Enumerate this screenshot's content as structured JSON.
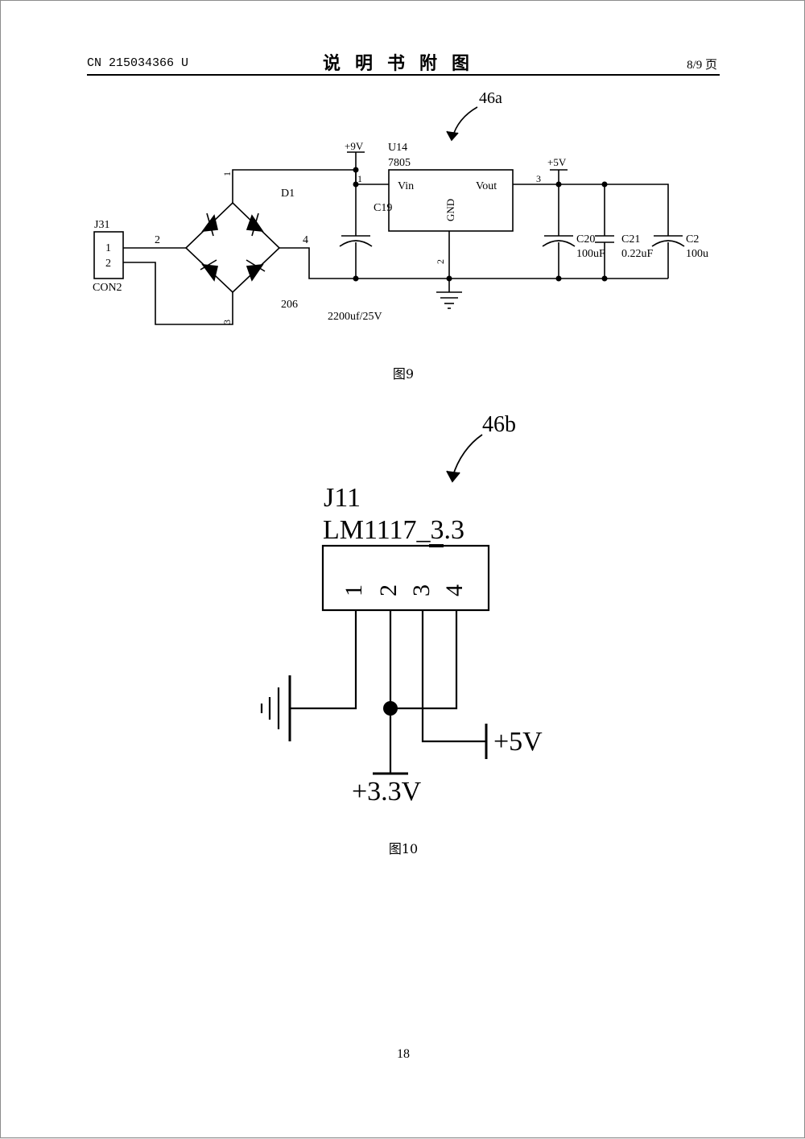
{
  "header": {
    "doc_number": "CN 215034366 U",
    "title": "说明书附图",
    "page_of": "8/9 页"
  },
  "fig9": {
    "ref_label": "46a",
    "caption": "图9",
    "labels": {
      "j31": "J31",
      "con2": "CON2",
      "j31_pin1": "1",
      "j31_pin2": "2",
      "d1": "D1",
      "d1_pin1": "1",
      "d1_pin2": "2",
      "d1_pin3": "3",
      "d1_pin4": "4",
      "d1_part": "206",
      "plus9v": "+9V",
      "u14": "U14",
      "u14_part": "7805",
      "vin": "Vin",
      "vout": "Vout",
      "gnd": "GND",
      "u14_pin1": "1",
      "u14_pin2": "2",
      "u14_pin3": "3",
      "c19": "C19",
      "c19_value": "2200uf/25V",
      "plus5v": "+5V",
      "c20": "C20",
      "c20_value": "100uF",
      "c21": "C21",
      "c21_value": "0.22uF",
      "c2": "C2",
      "c2_value": "100u"
    }
  },
  "fig10": {
    "ref_label": "46b",
    "caption": "图10",
    "labels": {
      "j11": "J11",
      "part": "LM1117_3.3",
      "pin1": "1",
      "pin2": "2",
      "pin3": "3",
      "pin4": "4",
      "plus5v": "+5V",
      "plus3v3": "+3.3V"
    }
  },
  "page_number": "18"
}
